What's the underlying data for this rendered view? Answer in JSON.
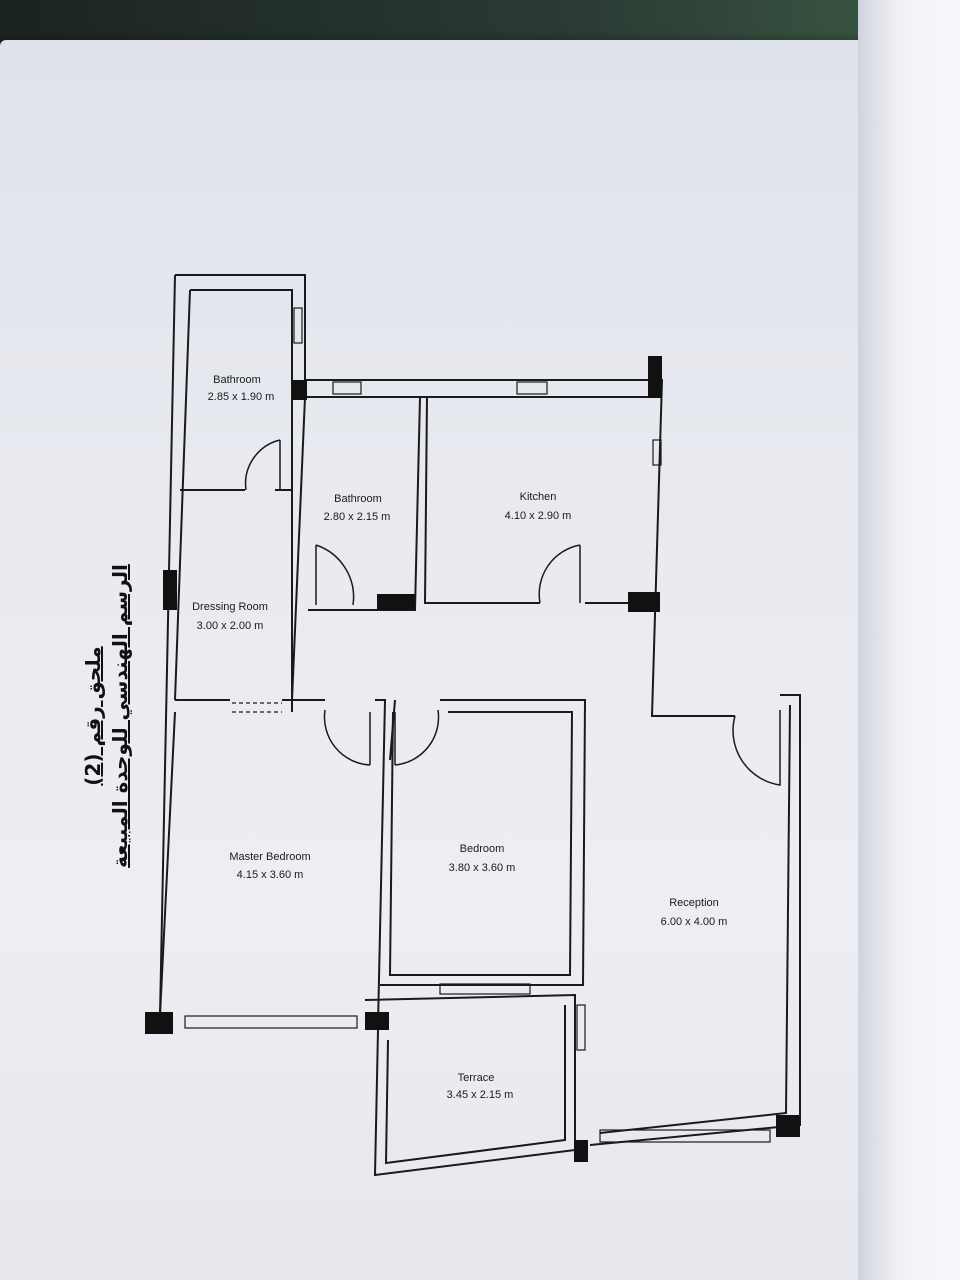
{
  "heading": {
    "line1": "ملحق رقم (2)",
    "line2": "الرسم الهندسي للوحدة المبيعة"
  },
  "rooms": [
    {
      "id": "bathroom-1",
      "name": "Bathroom",
      "dims": "2.85 x 1.90 m"
    },
    {
      "id": "bathroom-2",
      "name": "Bathroom",
      "dims": "2.80 x 2.15 m"
    },
    {
      "id": "kitchen",
      "name": "Kitchen",
      "dims": "4.10 x 2.90 m"
    },
    {
      "id": "dressing-room",
      "name": "Dressing Room",
      "dims": "3.00 x 2.00 m"
    },
    {
      "id": "master-bedroom",
      "name": "Master Bedroom",
      "dims": "4.15 x 3.60 m"
    },
    {
      "id": "bedroom",
      "name": "Bedroom",
      "dims": "3.80 x 3.60 m"
    },
    {
      "id": "reception",
      "name": "Reception",
      "dims": "6.00 x 4.00 m"
    },
    {
      "id": "terrace",
      "name": "Terrace",
      "dims": "3.45 x 2.15 m"
    }
  ],
  "colors": {
    "wall": "#1a1a1a",
    "paper": "#e8eaf0"
  }
}
